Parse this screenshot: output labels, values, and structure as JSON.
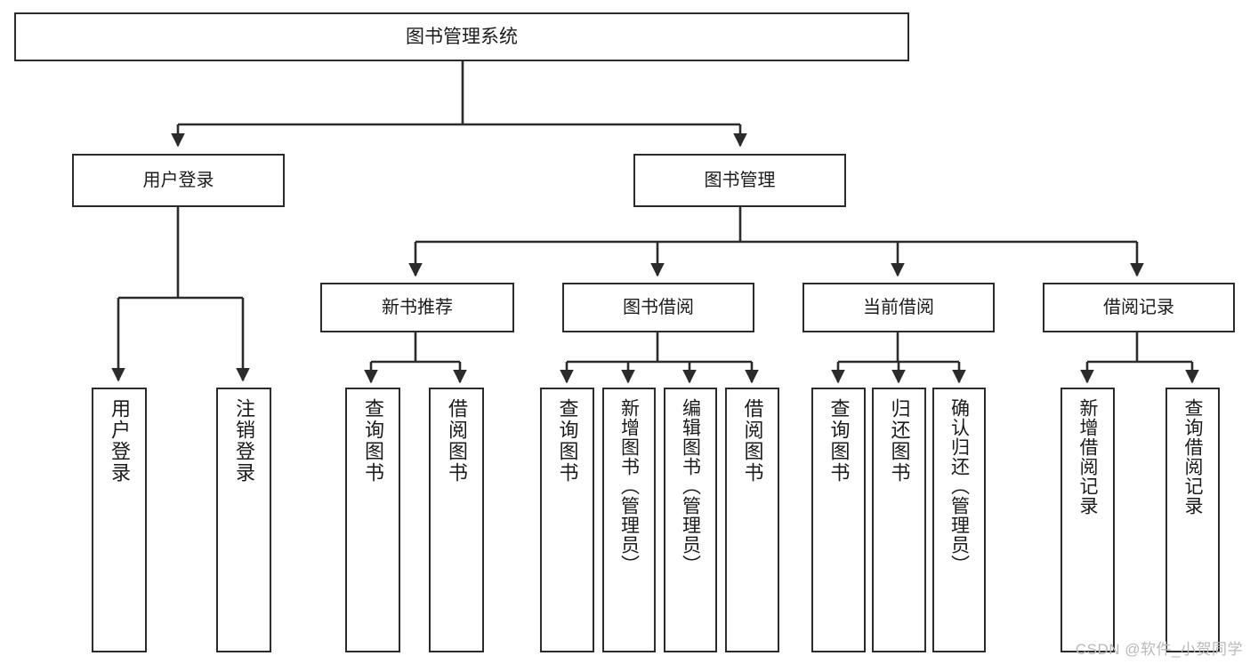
{
  "diagram": {
    "title": "图书管理系统",
    "type": "tree",
    "watermark": "CSDN @软件_小贺同学",
    "colors": {
      "stroke": "#2b2b2b",
      "fill": "#ffffff",
      "text": "#1b1b1b",
      "watermark": "#b9b9b9"
    },
    "root": {
      "label": "图书管理系统"
    },
    "level2": [
      {
        "id": "user-login",
        "label": "用户登录"
      },
      {
        "id": "book-management",
        "label": "图书管理"
      }
    ],
    "level3": [
      {
        "id": "new-book-recommend",
        "label": "新书推荐",
        "parent": "book-management"
      },
      {
        "id": "book-borrow",
        "label": "图书借阅",
        "parent": "book-management"
      },
      {
        "id": "current-borrow",
        "label": "当前借阅",
        "parent": "book-management"
      },
      {
        "id": "borrow-record",
        "label": "借阅记录",
        "parent": "book-management"
      }
    ],
    "leaves": [
      {
        "id": "leaf-user-login",
        "label": "用户登录",
        "parent": "user-login"
      },
      {
        "id": "leaf-logout",
        "label": "注销登录",
        "parent": "user-login"
      },
      {
        "id": "leaf-query-book-1",
        "label": "查询图书",
        "parent": "new-book-recommend"
      },
      {
        "id": "leaf-borrow-book-1",
        "label": "借阅图书",
        "parent": "new-book-recommend"
      },
      {
        "id": "leaf-query-book-2",
        "label": "查询图书",
        "parent": "book-borrow"
      },
      {
        "id": "leaf-add-book",
        "label": "新增图书（管理员）",
        "parent": "book-borrow"
      },
      {
        "id": "leaf-edit-book",
        "label": "编辑图书（管理员）",
        "parent": "book-borrow"
      },
      {
        "id": "leaf-borrow-book-2",
        "label": "借阅图书",
        "parent": "book-borrow"
      },
      {
        "id": "leaf-query-book-3",
        "label": "查询图书",
        "parent": "current-borrow"
      },
      {
        "id": "leaf-return-book",
        "label": "归还图书",
        "parent": "current-borrow"
      },
      {
        "id": "leaf-confirm-return",
        "label": "确认归还（管理员）",
        "parent": "current-borrow"
      },
      {
        "id": "leaf-add-record",
        "label": "新增借阅记录",
        "parent": "borrow-record"
      },
      {
        "id": "leaf-query-record",
        "label": "查询借阅记录",
        "parent": "borrow-record"
      }
    ]
  }
}
